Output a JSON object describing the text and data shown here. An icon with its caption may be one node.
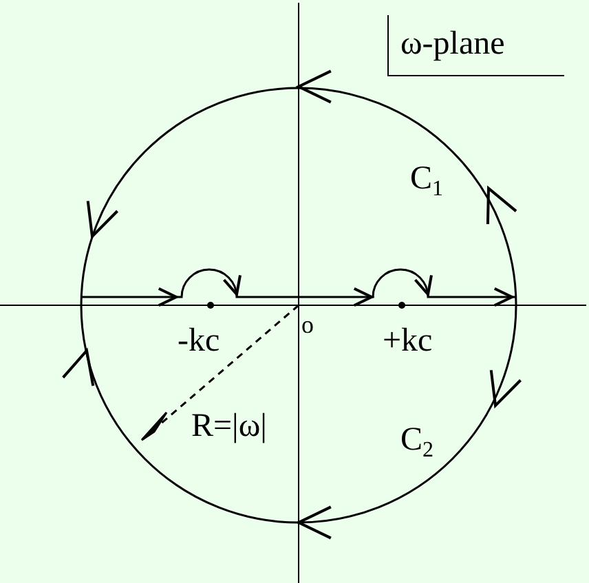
{
  "diagram": {
    "labels": [
      "ω-plane",
      "C$_{1}$",
      "-kc",
      "o",
      "+kc",
      "R=|ω|",
      "C$_{2}$"
    ]
  }
}
